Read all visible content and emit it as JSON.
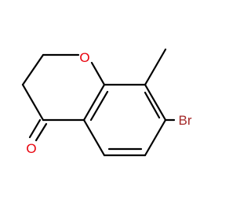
{
  "molecule": {
    "atoms": {
      "ring_oxygen": "O",
      "carbonyl_oxygen": "O",
      "bromine": "Br"
    },
    "colors": {
      "oxygen": "#e8000b",
      "bromine": "#a52a2a",
      "bond": "#000000"
    }
  }
}
